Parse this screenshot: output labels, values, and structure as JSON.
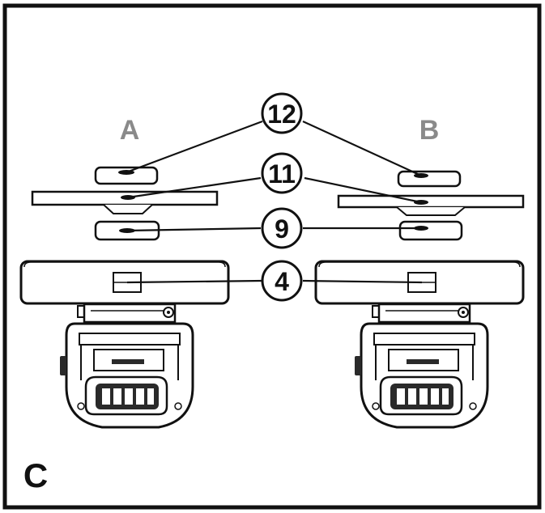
{
  "figure": {
    "label_a": "A",
    "label_b": "B",
    "label_c": "C",
    "callouts": [
      "12",
      "11",
      "9",
      "4"
    ],
    "colors": {
      "line": "#111111",
      "fill": "#ffffff",
      "panel_letter_gray": "#8a8a8a",
      "dark_part": "#2a2a2a",
      "mid_gray": "#9a9a9a"
    }
  }
}
